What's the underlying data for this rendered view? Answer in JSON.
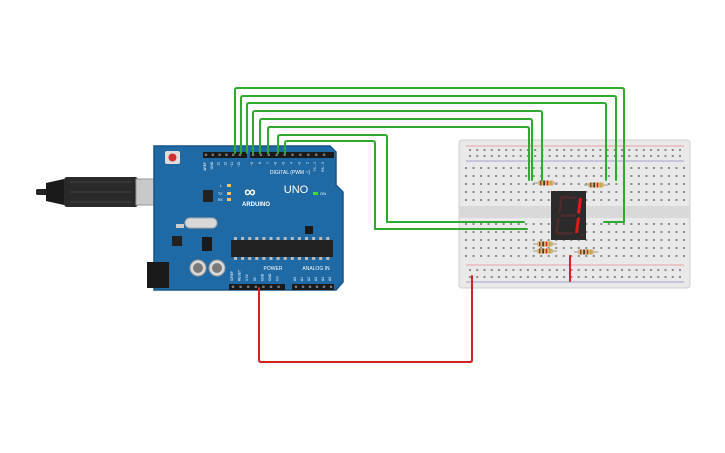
{
  "arduino": {
    "brand": "ARDUINO",
    "model": "UNO",
    "on_label": "ON",
    "tx_label": "TX",
    "rx_label": "RX",
    "l_label": "L",
    "digital_label": "DIGITAL (PWM ~)",
    "power_label": "POWER",
    "analog_label": "ANALOG IN",
    "top_pin_labels": [
      "AREF",
      "GND",
      "13",
      "12",
      "~11",
      "~10",
      "~9",
      "8",
      "7",
      "~6",
      "~5",
      "4",
      "~3",
      "2",
      "TX→1",
      "RX←0"
    ],
    "power_pin_labels": [
      "IOREF",
      "RESET",
      "3.3V",
      "5V",
      "GND",
      "GND",
      "Vin"
    ],
    "analog_pin_labels": [
      "A0",
      "A1",
      "A2",
      "A3",
      "A4",
      "A5"
    ]
  },
  "display": {
    "digit": "1"
  },
  "colors": {
    "board": "#1f6aa5",
    "board_edge": "#17558a",
    "wire_green": "#2eaa2e",
    "wire_red": "#d22222",
    "breadboard": "#ececec",
    "display": "#2b2b2b",
    "segment_on": "#e01a1a",
    "segment_off": "#4a2a2a"
  }
}
